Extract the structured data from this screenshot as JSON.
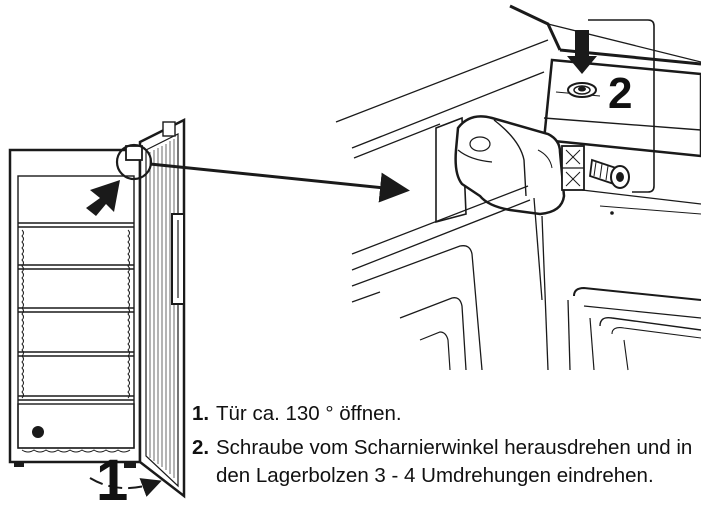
{
  "callouts": {
    "step1": "1",
    "step2": "2"
  },
  "instructions": [
    {
      "number": "1.",
      "text": "Tür ca. 130 ° öffnen."
    },
    {
      "number": "2.",
      "text": "Schraube vom Scharnierwinkel herausdrehen und in den Lagerbolzen 3 - 4 Umdrehungen eindrehen."
    }
  ],
  "colors": {
    "line": "#1a1a1a",
    "fill": "#ffffff",
    "shade": "#d8d8d8"
  },
  "icons": [
    "pointer-arrow-icon",
    "rotation-arrow-icon",
    "screw-icon",
    "hinge-icon"
  ]
}
